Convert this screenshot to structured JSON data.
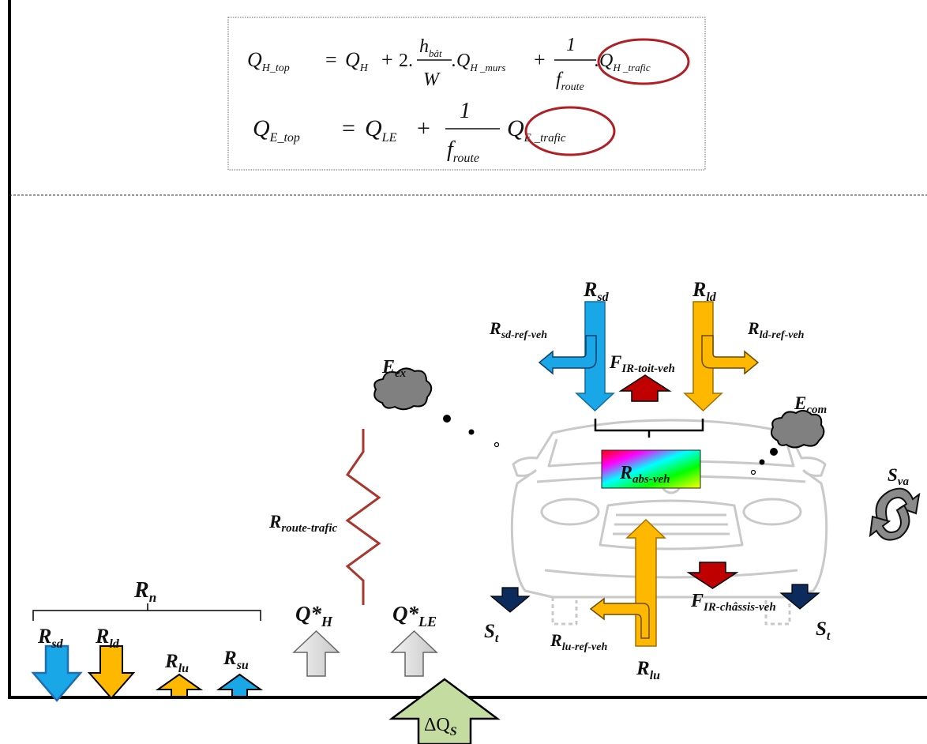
{
  "equations": {
    "eq1": {
      "lhs": "Q",
      "lhs_sub": "H_top",
      "t1": "Q",
      "t1_sub": "H",
      "coef": "2.",
      "frac_num": "h",
      "frac_num_sub": "bât",
      "frac_den": "W",
      "t2_prefix": ".Q",
      "t2_sub": "H _murs",
      "frac2_num": "1",
      "frac2_den": "f",
      "frac2_den_sub": "route",
      "t3_prefix": ".Q",
      "t3_sub": "H _trafic"
    },
    "eq2": {
      "lhs": "Q",
      "lhs_sub": "E_top",
      "t1": "Q",
      "t1_sub": "LE",
      "frac_num": "1",
      "frac_den": "f",
      "frac_den_sub": "route",
      "t2": "Q",
      "t2_sub": "E _trafic"
    },
    "ops": {
      "eq": "=",
      "plus": "+"
    }
  },
  "labels": {
    "R_sd": {
      "main": "R",
      "sub": "sd"
    },
    "R_ld": {
      "main": "R",
      "sub": "ld"
    },
    "R_sd_ref": {
      "main": "R",
      "sub": "sd-ref-veh"
    },
    "R_ld_ref": {
      "main": "R",
      "sub": "ld-ref-veh"
    },
    "F_toit": {
      "main": "F",
      "sub": "IR-toit-veh"
    },
    "E_ex": {
      "main": "E",
      "sub": "ex"
    },
    "E_com": {
      "main": "E",
      "sub": "com"
    },
    "R_abs": {
      "main": "R",
      "sub": "abs-veh"
    },
    "S_va": {
      "main": "S",
      "sub": "va"
    },
    "R_route": {
      "main": "R",
      "sub": "route-trafic"
    },
    "R_n": {
      "main": "R",
      "sub": "n"
    },
    "F_chassis": {
      "main": "F",
      "sub": "IR-châssis-veh"
    },
    "S_t_left": {
      "main": "S",
      "sub": "t"
    },
    "S_t_right": {
      "main": "S",
      "sub": "t"
    },
    "R_lu_ref": {
      "main": "R",
      "sub": "lu-ref-veh"
    },
    "R_lu": {
      "main": "R",
      "sub": "lu"
    },
    "Q_H": {
      "main": "Q*",
      "sub": "H"
    },
    "Q_LE": {
      "main": "Q*",
      "sub": "LE"
    },
    "leg_R_sd": {
      "main": "R",
      "sub": "sd"
    },
    "leg_R_ld": {
      "main": "R",
      "sub": "ld"
    },
    "leg_R_lu": {
      "main": "R",
      "sub": "lu"
    },
    "leg_R_su": {
      "main": "R",
      "sub": "su"
    },
    "dQ": {
      "main": "ΔQ",
      "sub": "S"
    }
  },
  "colors": {
    "shortwave": "#1aa7e8",
    "longwave": "#ffb800",
    "infrared": "#c00000",
    "storage": "#0d2a5c",
    "turbulent": "#d9d9d9",
    "ground_flux": "#c5dca0",
    "highlight": "#b01f24",
    "resistance": "#a8382f"
  }
}
